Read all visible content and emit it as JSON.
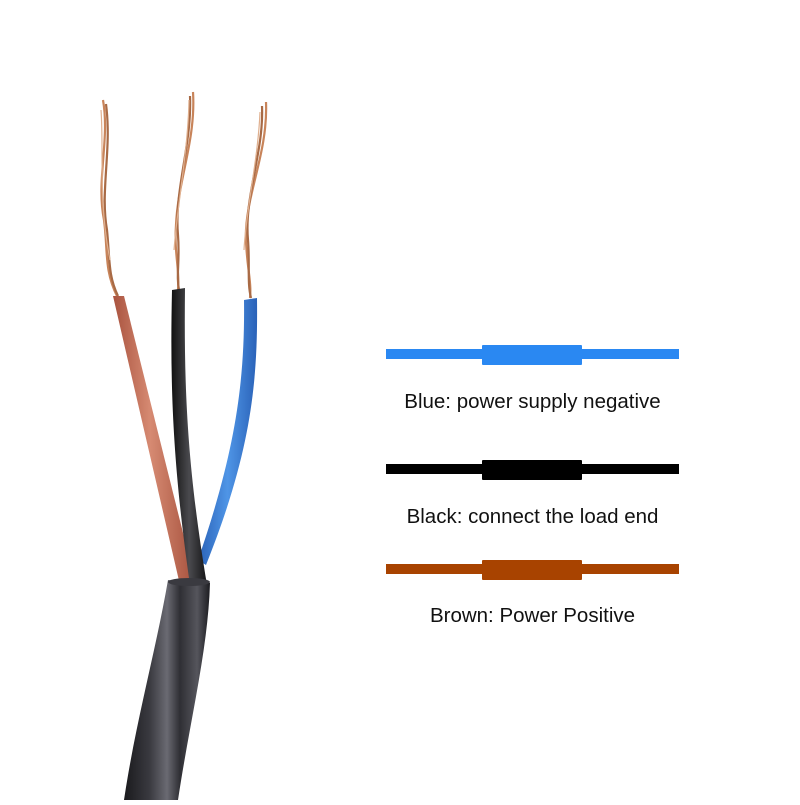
{
  "image": {
    "subject": "three-core cable with stripped copper ends",
    "wires": [
      {
        "name": "brown",
        "insulation_color": "#C9705A"
      },
      {
        "name": "black",
        "insulation_color": "#1E1E20"
      },
      {
        "name": "blue",
        "insulation_color": "#3B7FD6"
      }
    ],
    "jacket_color": "#2A2A2E",
    "copper_color": "#C8845A"
  },
  "legend": [
    {
      "color_name": "blue",
      "color": "#2A88F2",
      "label": "Blue: power supply negative"
    },
    {
      "color_name": "black",
      "color": "#000000",
      "label": "Black: connect the load end"
    },
    {
      "color_name": "brown",
      "color": "#A84300",
      "label": "Brown: Power Positive"
    }
  ]
}
